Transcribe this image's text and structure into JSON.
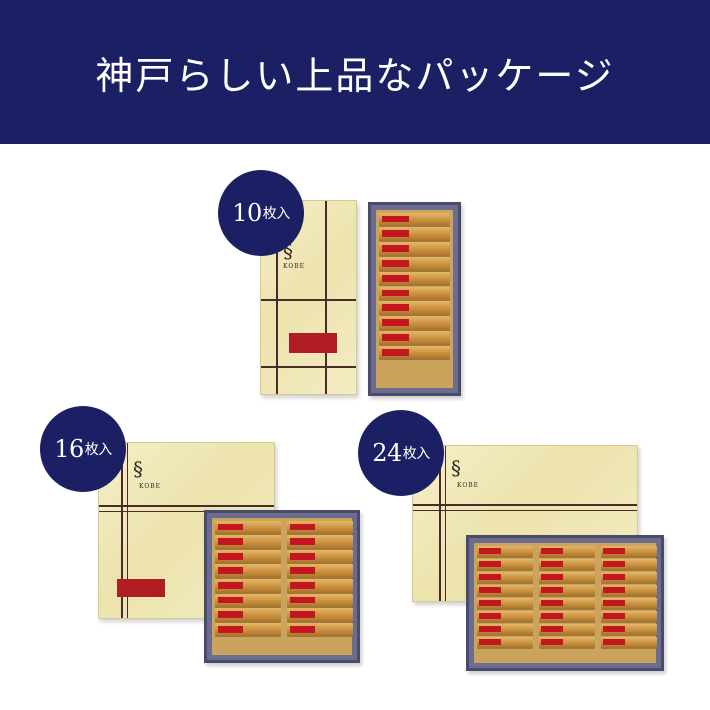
{
  "banner": {
    "title": "神戸らしい上品なパッケージ"
  },
  "colors": {
    "navy": "#1b1f63",
    "gold_lid": "#efe6b5",
    "accent_red": "#b01e24"
  },
  "packages": [
    {
      "badge_number": "10",
      "badge_unit": "枚入",
      "count": 10,
      "columns": 1
    },
    {
      "badge_number": "16",
      "badge_unit": "枚入",
      "count": 16,
      "columns": 2
    },
    {
      "badge_number": "24",
      "badge_unit": "枚入",
      "count": 24,
      "columns": 3
    }
  ]
}
